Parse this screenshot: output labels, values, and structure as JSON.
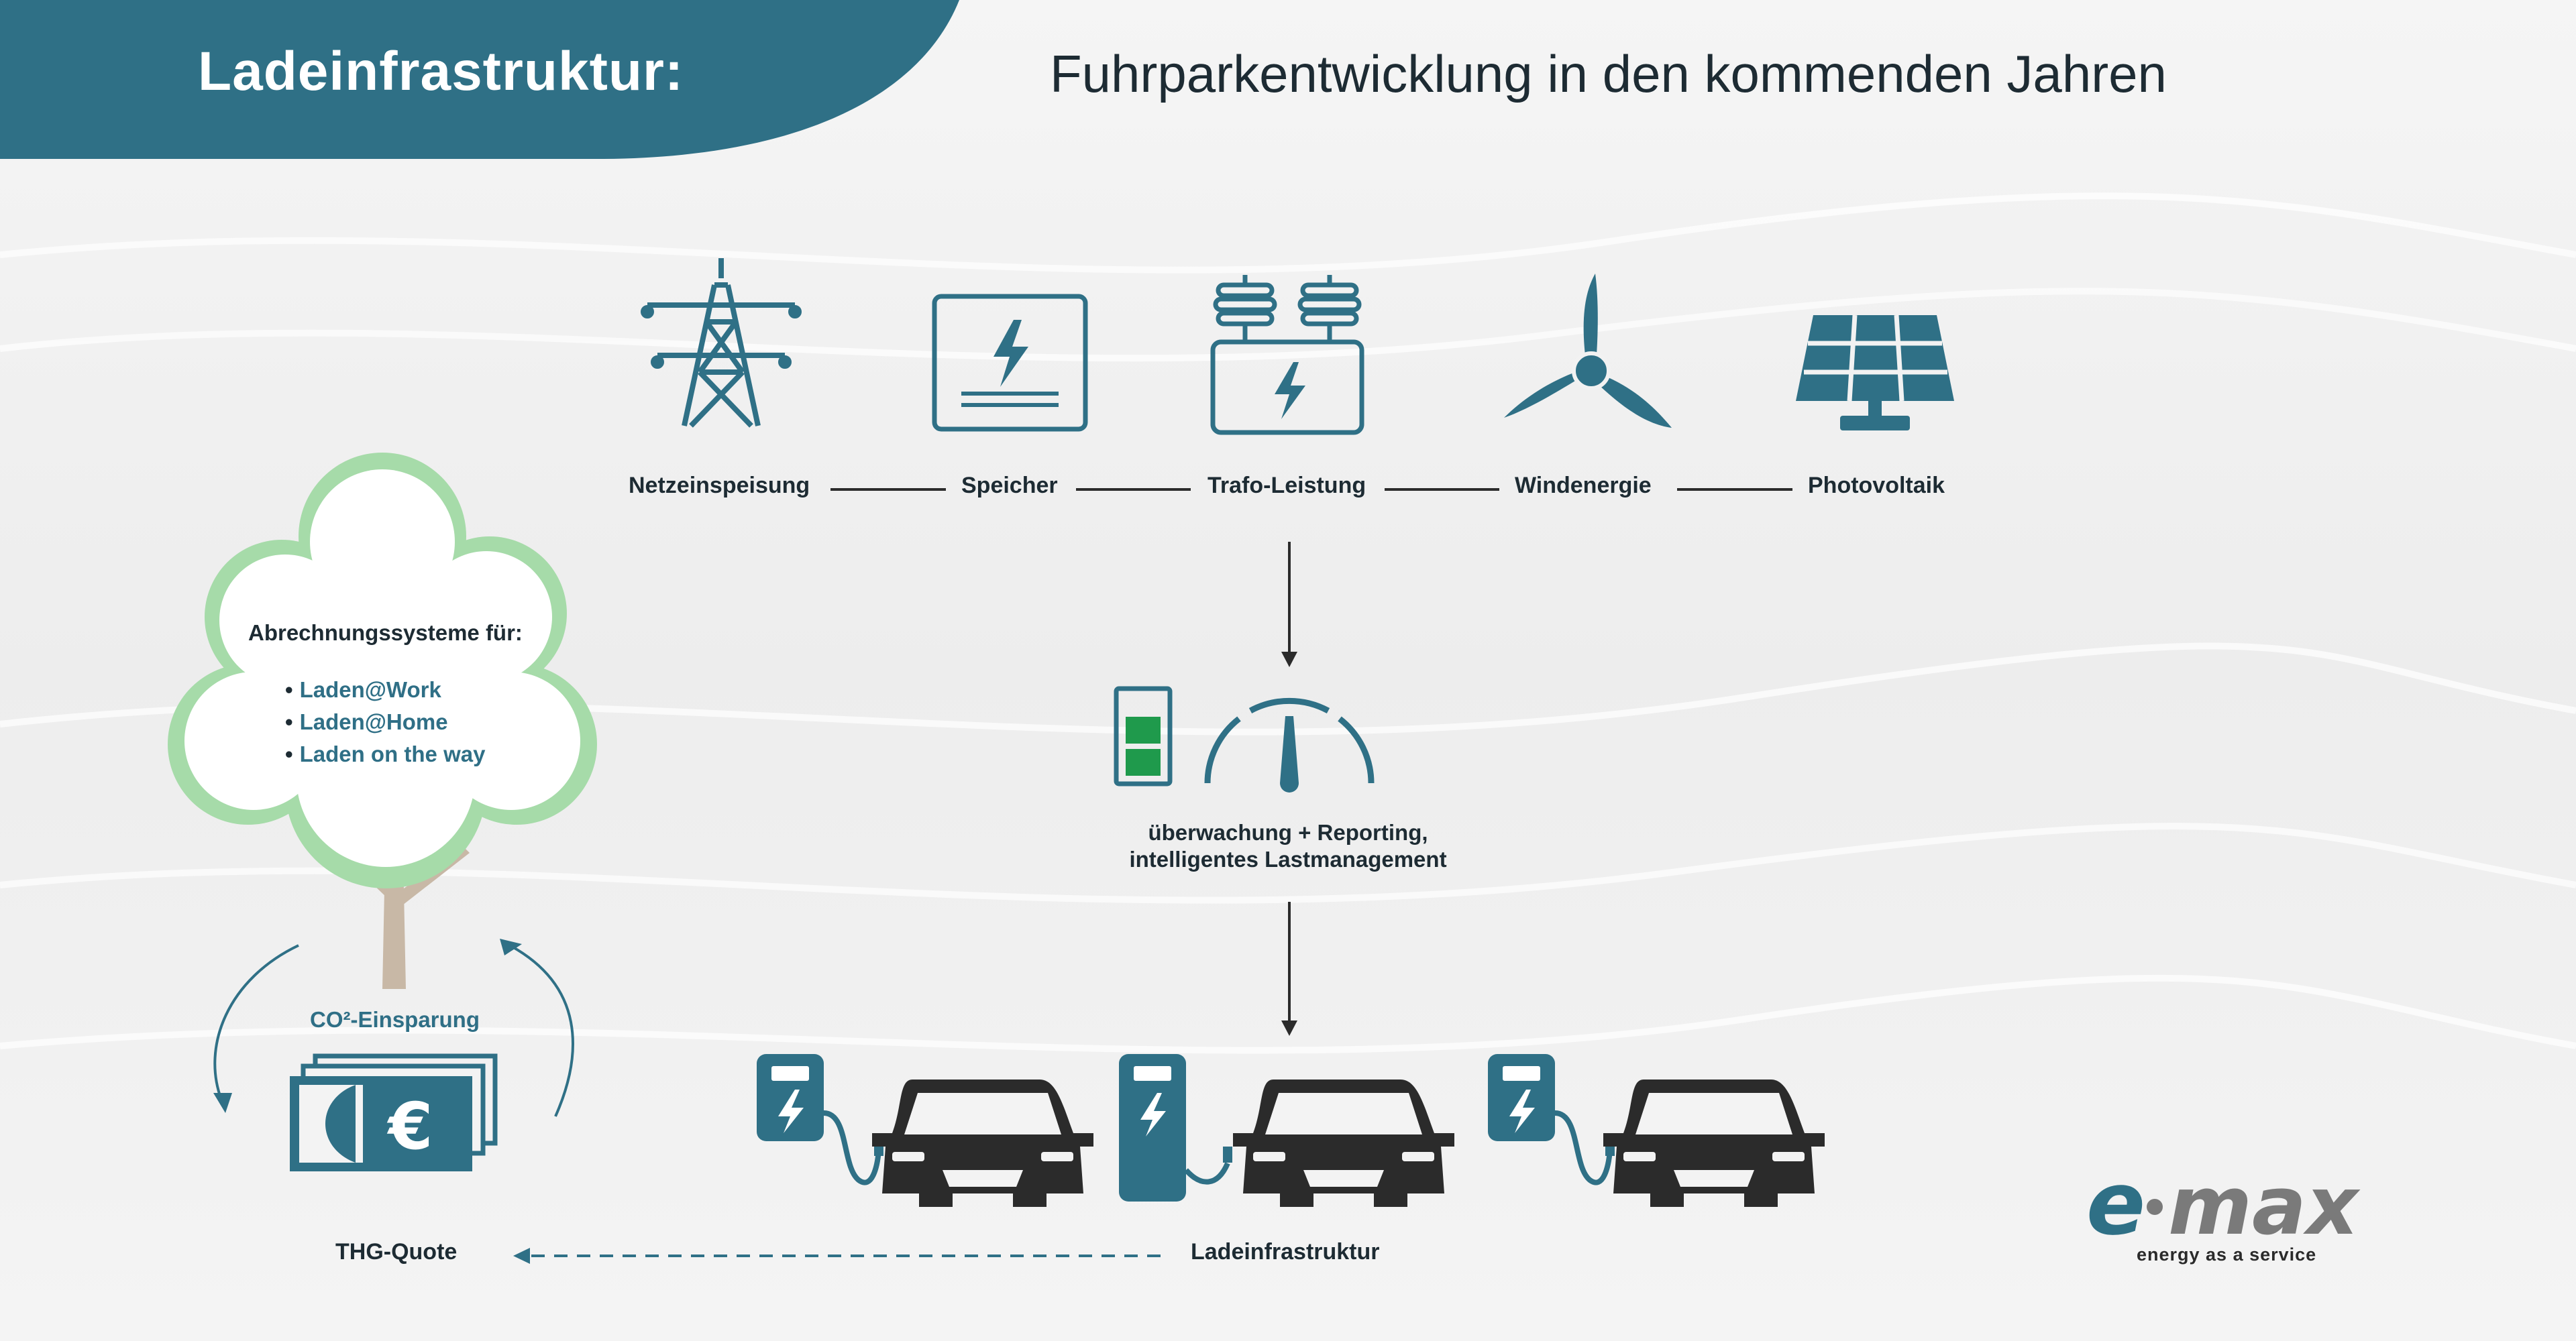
{
  "header": {
    "left_title": "Ladeinfrastruktur:",
    "right_title": "Fuhrparkentwicklung in den kommenden Jahren"
  },
  "energy_chain": [
    {
      "label": "Netzeinspeisung",
      "icon": "power-tower-icon"
    },
    {
      "label": "Speicher",
      "icon": "storage-battery-icon"
    },
    {
      "label": "Trafo-Leistung",
      "icon": "transformer-icon"
    },
    {
      "label": "Windenergie",
      "icon": "wind-turbine-icon"
    },
    {
      "label": "Photovoltaik",
      "icon": "solar-panel-icon"
    }
  ],
  "monitoring": {
    "line1": "überwachung + Reporting,",
    "line2": "intelligentes Lastmanagement"
  },
  "cloud": {
    "title": "Abrechnungssysteme für:",
    "items": [
      "Laden@Work",
      "Laden@Home",
      "Laden on the way"
    ]
  },
  "co2_label": "CO²-Einsparung",
  "thg_label": "THG-Quote",
  "infra_label": "Ladeinfrastruktur",
  "logo": {
    "brand": "e·max",
    "tagline": "energy as a service"
  },
  "colors": {
    "teal": "#2f7086",
    "dark": "#2b2b2b",
    "green": "#1f9a4c",
    "cloud_green": "#a6dba9",
    "trunk": "#c8b8a6"
  }
}
